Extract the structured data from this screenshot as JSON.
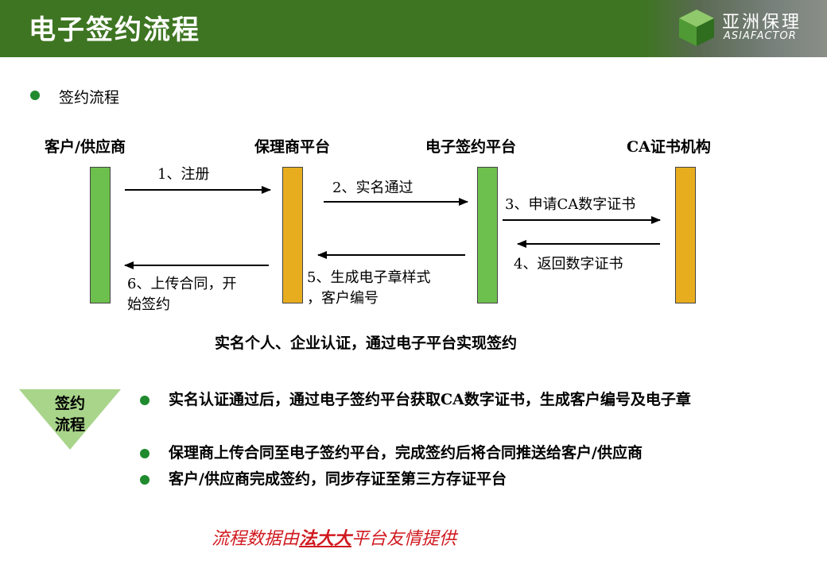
{
  "header": {
    "title": "电子签约流程",
    "logo_cn": "亚洲保理",
    "logo_en": "ASIAFACTOR"
  },
  "section": {
    "label": "签约流程"
  },
  "parties": [
    "客户/供应商",
    "保理商平台",
    "电子签约平台",
    "CA证书机构"
  ],
  "steps": {
    "s1": "1、注册",
    "s2": "2、实名通过",
    "s3": "3、申请CA数字证书",
    "s4": "4、返回数字证书",
    "s5_line1": "5、生成电子章样式",
    "s5_line2": "，客户编号",
    "s6_line1": "6、上传合同，开",
    "s6_line2": "始签约"
  },
  "summary": "实名个人、企业认证，通过电子平台实现签约",
  "badge": {
    "line1": "签约",
    "line2": "流程"
  },
  "points": [
    "实名认证通过后，通过电子签约平台获取CA数字证书，生成客户编号及电子章",
    "保理商上传合同至电子签约平台，完成签约后将合同推送给客户/供应商",
    "客户/供应商完成签约，同步存证至第三方存证平台"
  ],
  "footer": {
    "pre": "流程数据由",
    "emph": "法大大",
    "post": "平台友情提供"
  },
  "colors": {
    "header_green": "#3e7522",
    "bullet_green": "#1f8a2e",
    "bar_green": "#6dc04d",
    "bar_orange": "#e8ad1f",
    "footer_red": "#d0191f",
    "badge_green": "#a8d58a"
  }
}
